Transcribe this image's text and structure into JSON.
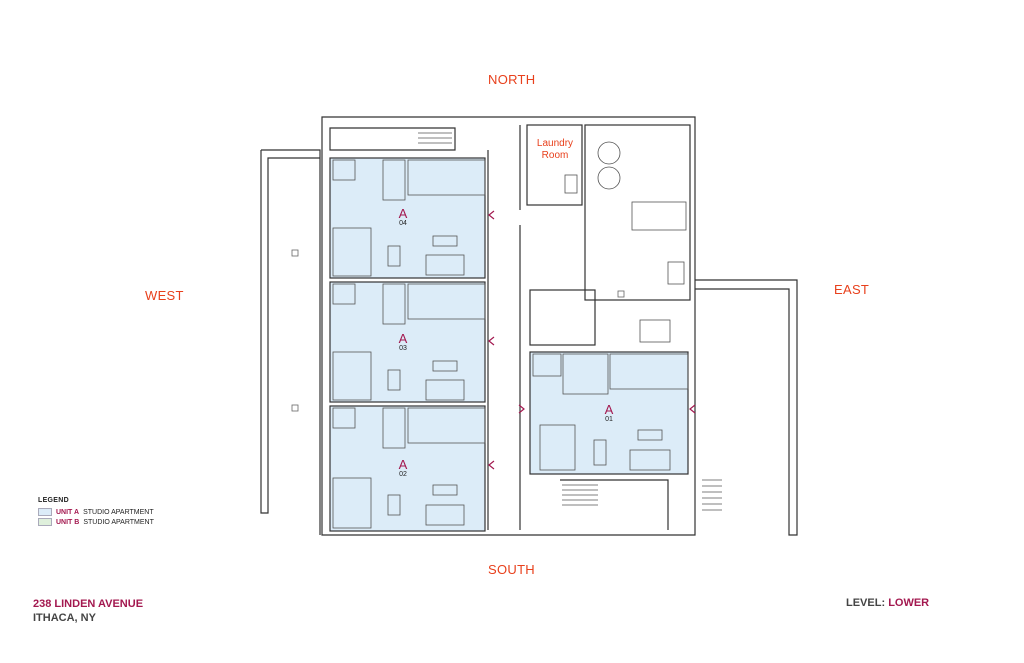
{
  "compass": {
    "north": "NORTH",
    "south": "SOUTH",
    "east": "EAST",
    "west": "WEST"
  },
  "rooms": {
    "laundry_line1": "Laundry",
    "laundry_line2": "Room"
  },
  "units": [
    {
      "letter": "A",
      "number": "04"
    },
    {
      "letter": "A",
      "number": "03"
    },
    {
      "letter": "A",
      "number": "02"
    },
    {
      "letter": "A",
      "number": "01"
    }
  ],
  "legend": {
    "title": "LEGEND",
    "items": [
      {
        "unit": "UNIT A",
        "type": "STUDIO APARTMENT",
        "color": "#dcecf8"
      },
      {
        "unit": "UNIT B",
        "type": "STUDIO APARTMENT",
        "color": "#dff0dc"
      }
    ]
  },
  "address": {
    "line1": "238 LINDEN AVENUE",
    "line2": "ITHACA, NY"
  },
  "level": {
    "label": "LEVEL:",
    "value": "LOWER"
  },
  "colors": {
    "accent": "#e8401c",
    "brand": "#a3184f",
    "unit_fill": "#dcecf8",
    "wall": "#333333"
  }
}
